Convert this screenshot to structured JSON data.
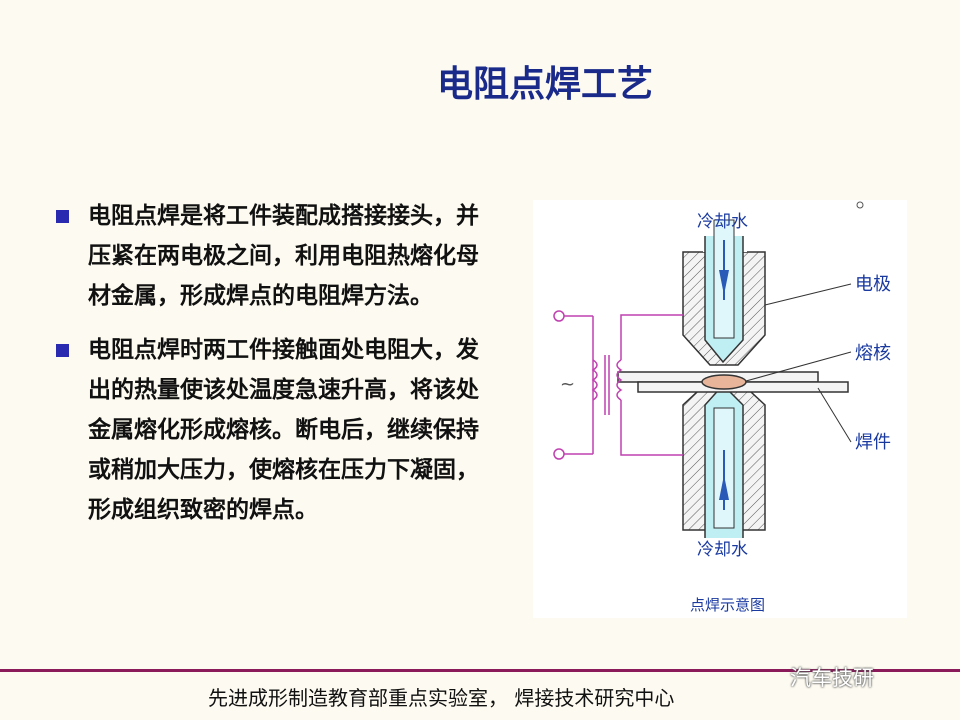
{
  "slide": {
    "title": "电阻点焊工艺",
    "bullets": [
      "电阻点焊是将工件装配成搭接接头，并压紧在两电极之间，利用电阻热熔化母材金属，形成焊点的电阻焊方法。",
      "电阻点焊时两工件接触面处电阻大，发出的热量使该处温度急速升高，将该处金属熔化形成熔核。断电后，继续保持或稍加大压力，使熔核在压力下凝固，形成组织致密的焊点。"
    ],
    "footer": "先进成形制造教育部重点实验室， 焊接技术研究中心",
    "watermark": "汽车技研"
  },
  "diagram": {
    "labels": {
      "cooling_water_top": "冷却水",
      "cooling_water_bottom": "冷却水",
      "electrode": "电极",
      "nugget": "熔核",
      "workpiece": "焊件",
      "ac_symbol": "~",
      "caption": "点焊示意图"
    },
    "colors": {
      "title": "#1a2a8a",
      "bullet": "#2a2ab0",
      "footer_line": "#8a1a5a",
      "label": "#1a3aa0",
      "electrode_fill": "#f2f2f2",
      "water_channel": "#bfeef3",
      "nugget": "#e8b49a",
      "circuit": "#c040b0"
    }
  }
}
